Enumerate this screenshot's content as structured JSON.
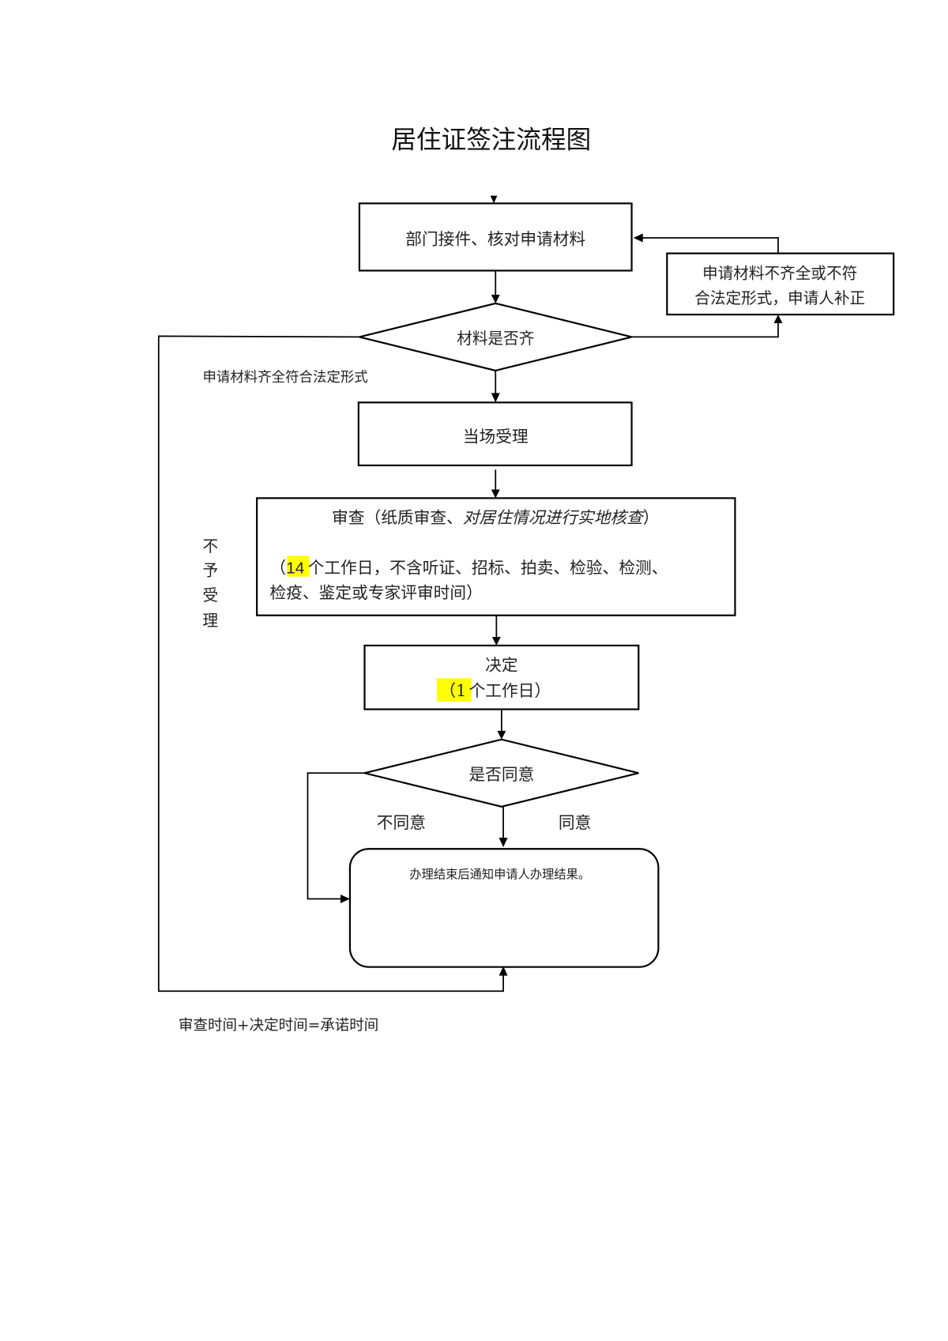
{
  "title": "居住证签注流程图",
  "colors": {
    "highlight": "#ffff00",
    "stroke": "#000000",
    "text": "#222222"
  },
  "nodes": {
    "receive": {
      "label": "部门接件、核对申请材料"
    },
    "supplement": {
      "line1": "申请材料不齐全或不符",
      "line2": "合法定形式，申请人补正"
    },
    "materials_check": {
      "label": "材料是否齐"
    },
    "accept_onsite": {
      "label": "当场受理"
    },
    "review": {
      "line1_plain": "审查（纸质审查、",
      "line1_italic": "对居住情况进行实地核查",
      "line1_close": "）",
      "line2_open": "（",
      "days": "14",
      "line2_rest": "个工作日，不含听证、招标、拍卖、检验、检测、",
      "line3": "检疫、鉴定或专家评审时间）"
    },
    "decision": {
      "line1": "决定",
      "line2_open": "（",
      "days": "1",
      "line2_rest": "个工作日）"
    },
    "agree_check": {
      "label": "是否同意"
    },
    "finish": {
      "label": "办理结束后通知申请人办理结果。"
    }
  },
  "edge_labels": {
    "materials_complete": "申请材料齐全符合法定形式",
    "not_accepted": [
      "不",
      "予",
      "受",
      "理"
    ],
    "disagree": "不同意",
    "agree": "同意"
  },
  "footnote": "审查时间+决定时间=承诺时间"
}
